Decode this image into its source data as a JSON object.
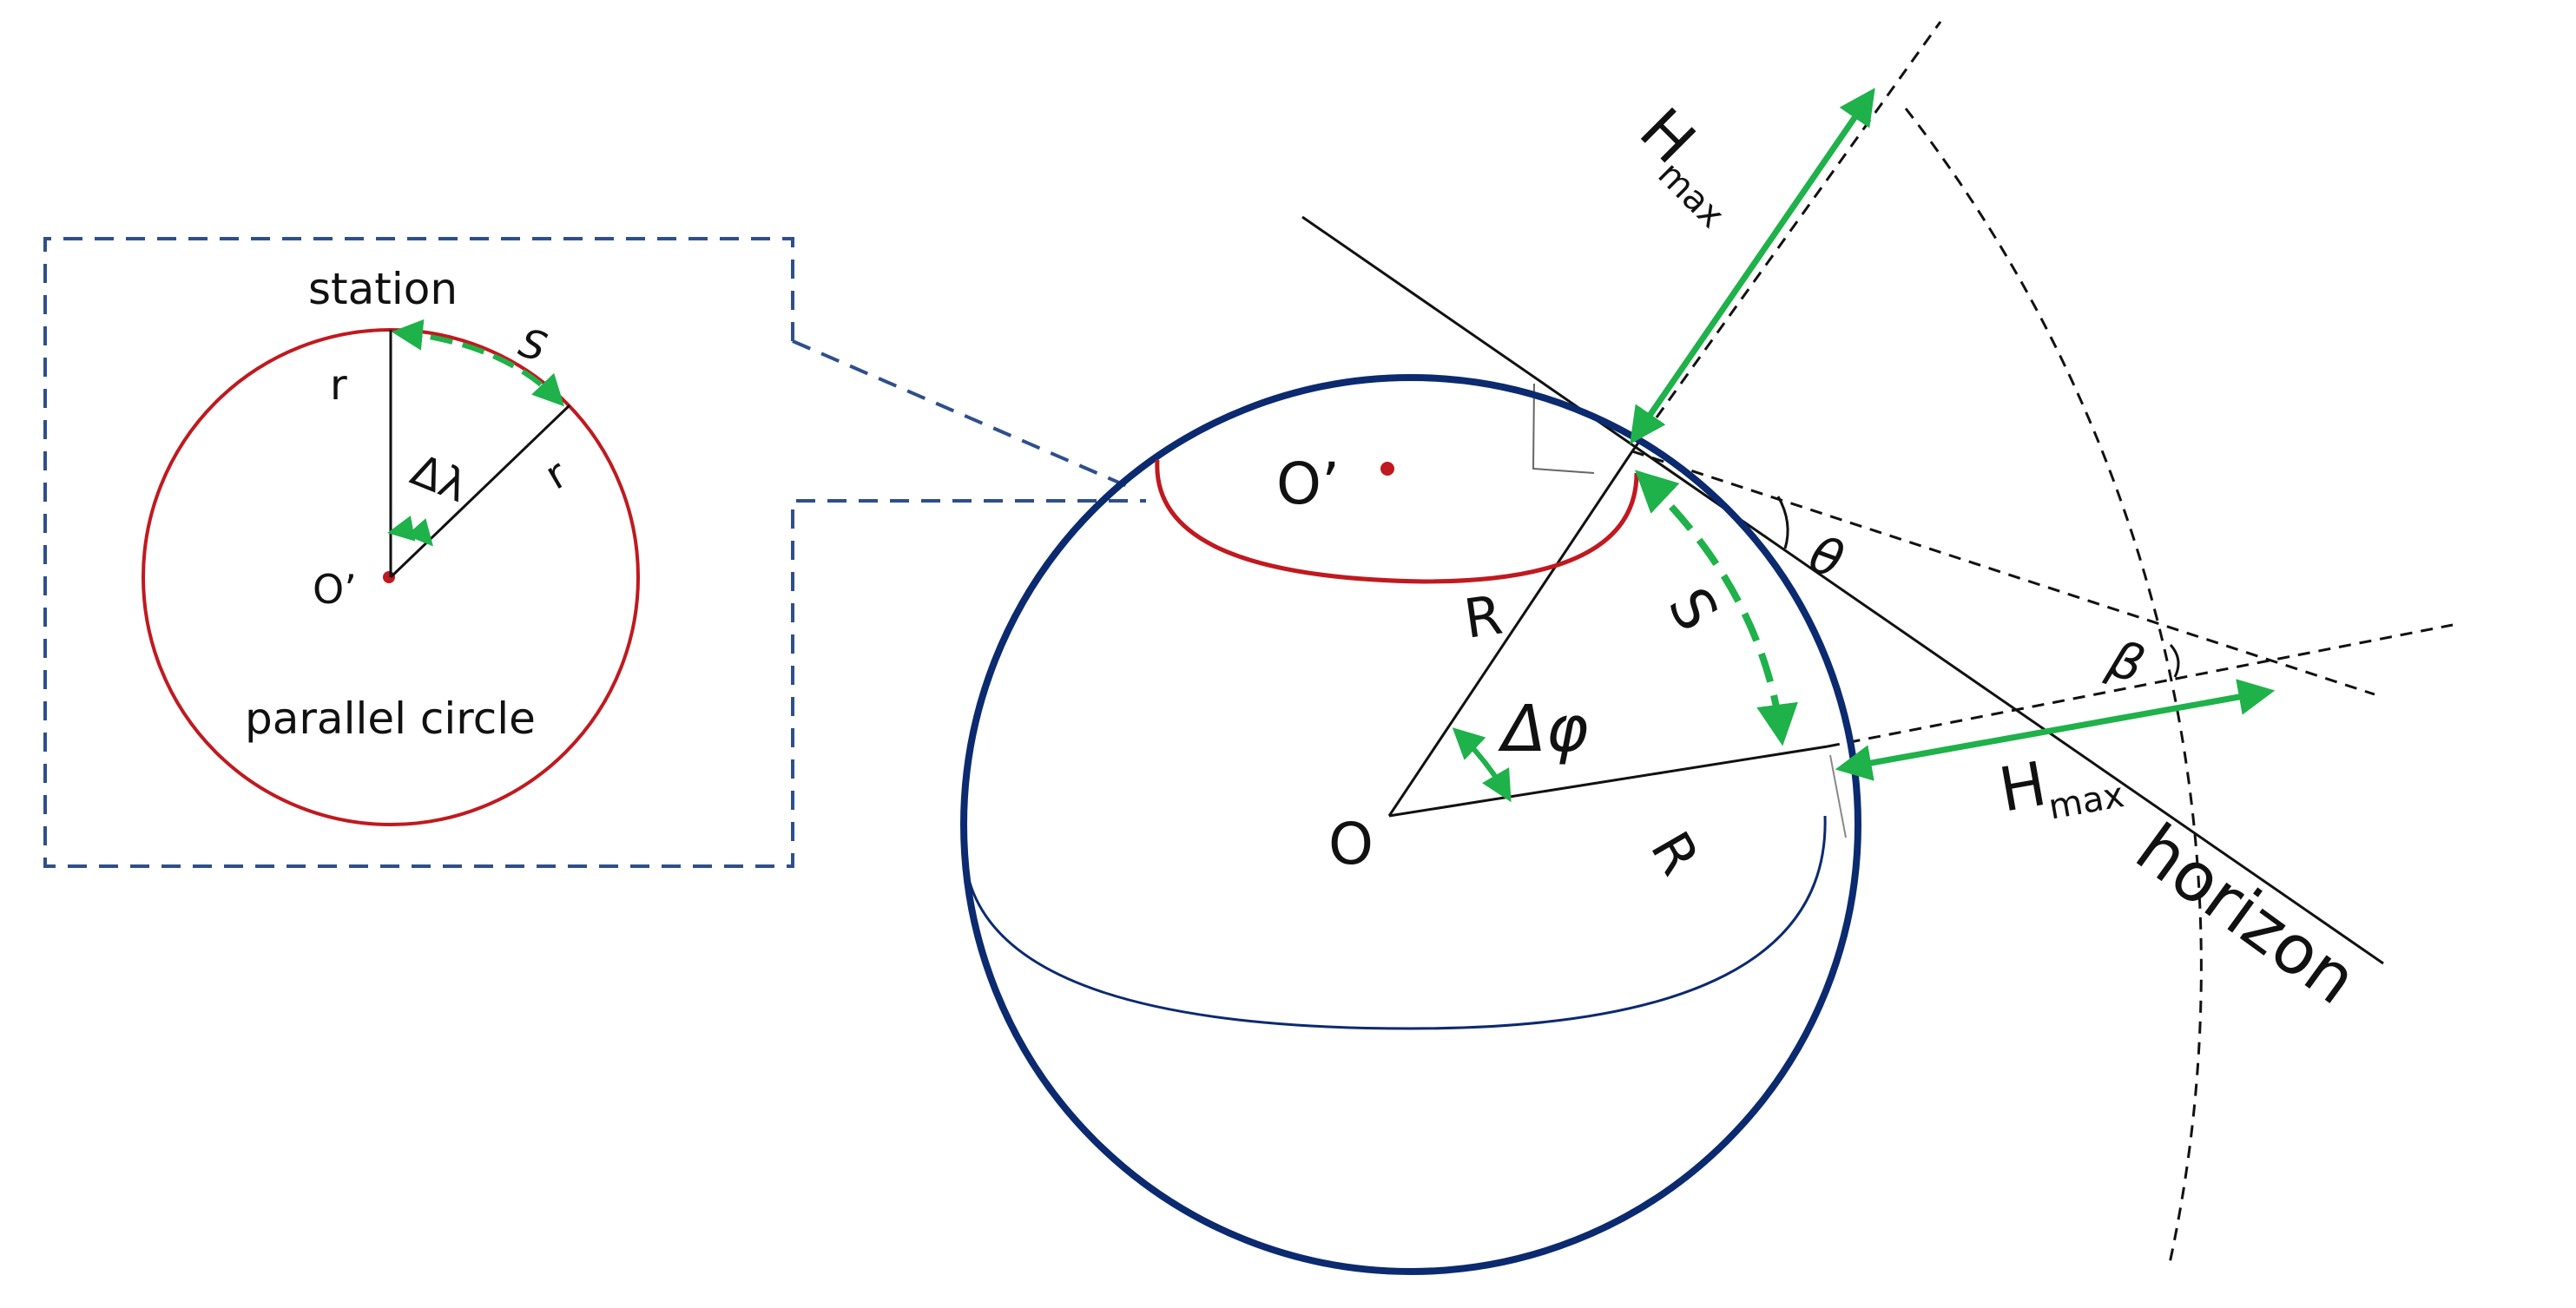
{
  "labels": {
    "station": "station",
    "parallel_circle": "parallel circle",
    "r_vertical": "r",
    "r_diagonal": "r",
    "s_inset": "S",
    "delta_lambda": "Δλ",
    "o_prime_inset": "O’",
    "o_prime_main": "O’",
    "o_center": "O",
    "r_upper": "R",
    "r_lower": "R",
    "s_main": "S",
    "delta_phi": "Δφ",
    "theta": "θ",
    "beta": "β",
    "h_top": "H",
    "h_top_sub": "max",
    "h_bottom": "H",
    "h_bottom_sub": "max",
    "horizon": "horizon"
  },
  "colors": {
    "sphere": "#0b2a6f",
    "parallel": "#c0191f",
    "arrow": "#1fb14a",
    "dashed_box": "#2e4f8c",
    "line": "#111111"
  }
}
